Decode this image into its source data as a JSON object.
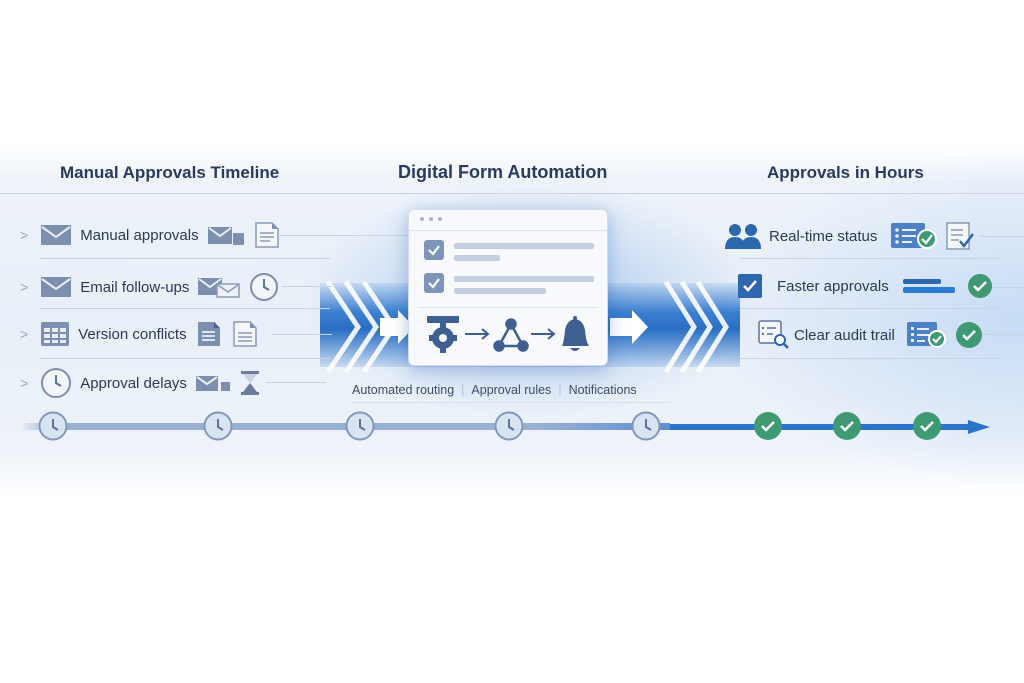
{
  "sections": {
    "left": {
      "heading": "Manual Approvals Timeline",
      "items": [
        {
          "label": "Manual approvals",
          "icon": "envelope-icon",
          "extras": [
            "envelope-stack-icon",
            "document-icon"
          ]
        },
        {
          "label": "Email follow-ups",
          "icon": "envelope-icon",
          "extras": [
            "envelopes-icon",
            "clock-icon"
          ]
        },
        {
          "label": "Version conflicts",
          "icon": "spreadsheet-icon",
          "extras": [
            "document-filled-icon",
            "document-icon"
          ]
        },
        {
          "label": "Approval delays",
          "icon": "clock-icon",
          "extras": [
            "envelope-icon",
            "hourglass-icon"
          ]
        }
      ]
    },
    "center": {
      "heading": "Digital Form Automation",
      "card": {
        "checklist_rows": 2,
        "flow_icons": [
          "gear-router-icon",
          "arrow-right-icon",
          "network-icon",
          "arrow-right-icon",
          "bell-icon"
        ]
      },
      "features": [
        "Automated routing",
        "Approval rules",
        "Notifications"
      ]
    },
    "right": {
      "heading": "Approvals in Hours",
      "items": [
        {
          "label": "Real-time status",
          "icon": "users-icon",
          "extras": [
            "checklist-check-icon",
            "signed-document-icon"
          ]
        },
        {
          "label": "Faster approvals",
          "icon": "checkbox-icon",
          "extras": [
            "progress-bars-icon",
            "check-circle-icon"
          ]
        },
        {
          "label": "Clear audit trail",
          "icon": "audit-search-icon",
          "extras": [
            "checklist-check-icon",
            "check-circle-icon"
          ]
        }
      ]
    }
  },
  "timeline": {
    "pending_nodes": 5,
    "completed_nodes": 3,
    "end": "arrow"
  },
  "colors": {
    "heading": "#2a3a5c",
    "text": "#2c3a56",
    "icon_gray": "#7d8fae",
    "accent_blue": "#2a6fc4",
    "success_green": "#3f9a74",
    "timeline_gray": "#98b0d2"
  }
}
